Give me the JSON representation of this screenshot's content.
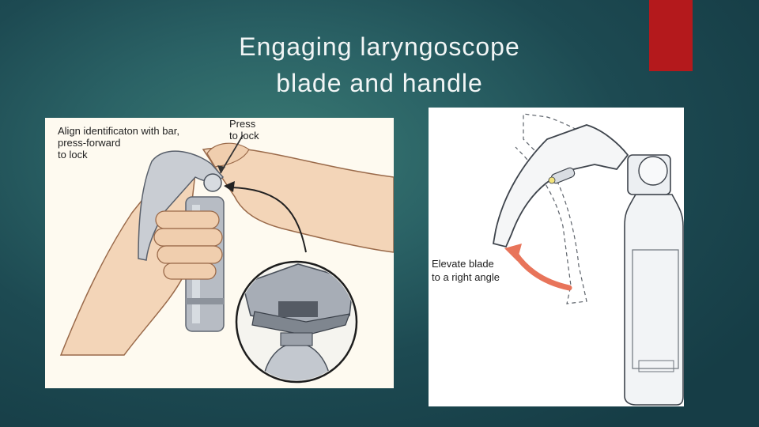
{
  "slide": {
    "title_line1": "Engaging laryngoscope",
    "title_line2": "blade and handle"
  },
  "left_figure": {
    "caption_align_line1": "Align identificaton with bar,",
    "caption_align_line2": "press-forward",
    "caption_align_line3": "to lock",
    "caption_press_line1": "Press",
    "caption_press_line2": "to lock"
  },
  "right_figure": {
    "caption_line1": "Elevate blade",
    "caption_line2": "to a right angle"
  },
  "colors": {
    "background": "#1d4a52",
    "accent_tab": "#b4191c",
    "arrow": "#e8745a"
  }
}
